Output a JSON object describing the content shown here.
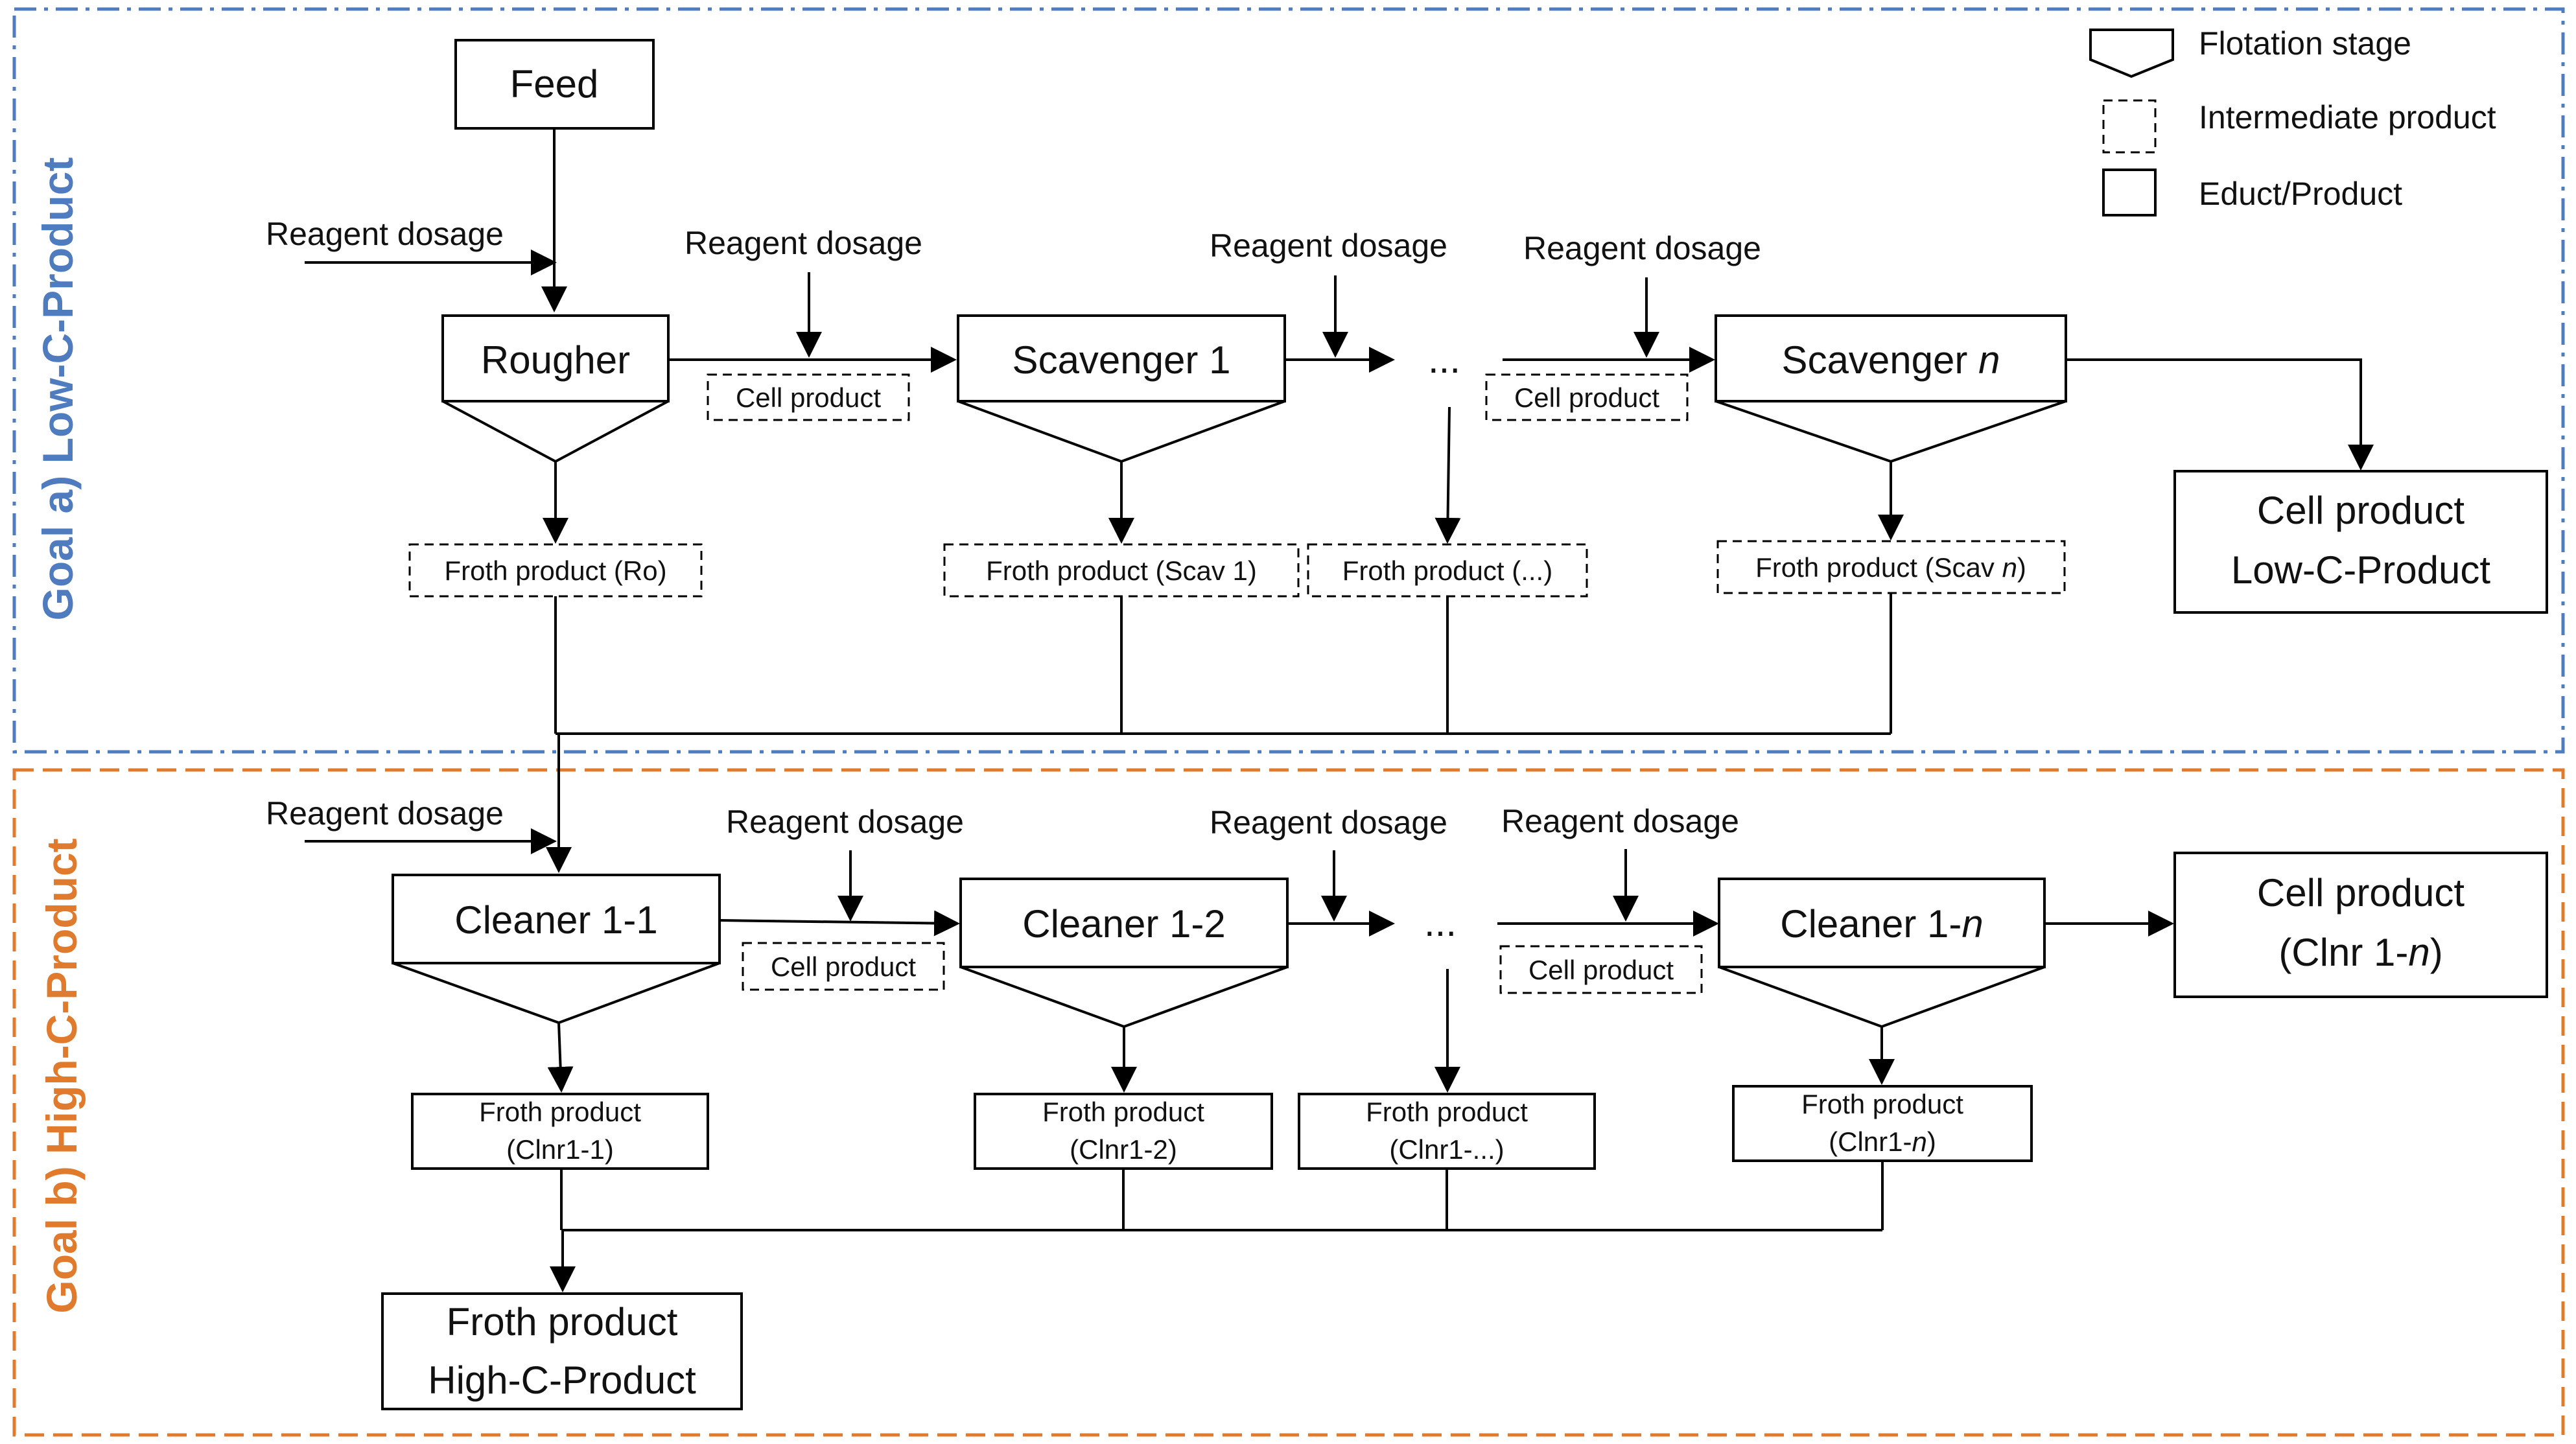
{
  "legend": {
    "flotation_stage": "Flotation stage",
    "intermediate_product": "Intermediate product",
    "educt_product": "Educt/Product"
  },
  "goals": {
    "a": "Goal a) Low-C-Product",
    "b": "Goal b) High-C-Product"
  },
  "colors": {
    "goal_a": "#4f7bbf",
    "goal_b": "#e07b2e"
  },
  "feed": "Feed",
  "reagent_dosage": "Reagent dosage",
  "ellipsis": "...",
  "stages_a": {
    "rougher": "Rougher",
    "scavenger_1": "Scavenger 1",
    "scavenger_n_prefix": "Scavenger ",
    "n": "n"
  },
  "intermediate_a": {
    "cell_product": "Cell product",
    "froth_ro": "Froth product (Ro)",
    "froth_scav1": "Froth product (Scav 1)",
    "froth_dots": "Froth product (...)",
    "froth_scavn_prefix": "Froth product (Scav ",
    "froth_scavn_suffix": ")"
  },
  "final_a": {
    "line1": "Cell product",
    "line2": "Low-C-Product"
  },
  "stages_b": {
    "cleaner_1_1": "Cleaner 1-1",
    "cleaner_1_2": "Cleaner 1-2",
    "cleaner_1_n_prefix": "Cleaner 1-"
  },
  "intermediate_b": {
    "froth_line1": "Froth product",
    "clnr1_1": "(Clnr1-1)",
    "clnr1_2": "(Clnr1-2)",
    "clnr1_dots": "(Clnr1-...)",
    "clnr1_n_prefix": "(Clnr1-",
    "clnr1_n_suffix": ")"
  },
  "final_b_cell": {
    "line1": "Cell product",
    "line2_prefix": "(Clnr 1-",
    "line2_suffix": ")"
  },
  "final_b_froth": {
    "line1": "Froth product",
    "line2": "High-C-Product"
  }
}
